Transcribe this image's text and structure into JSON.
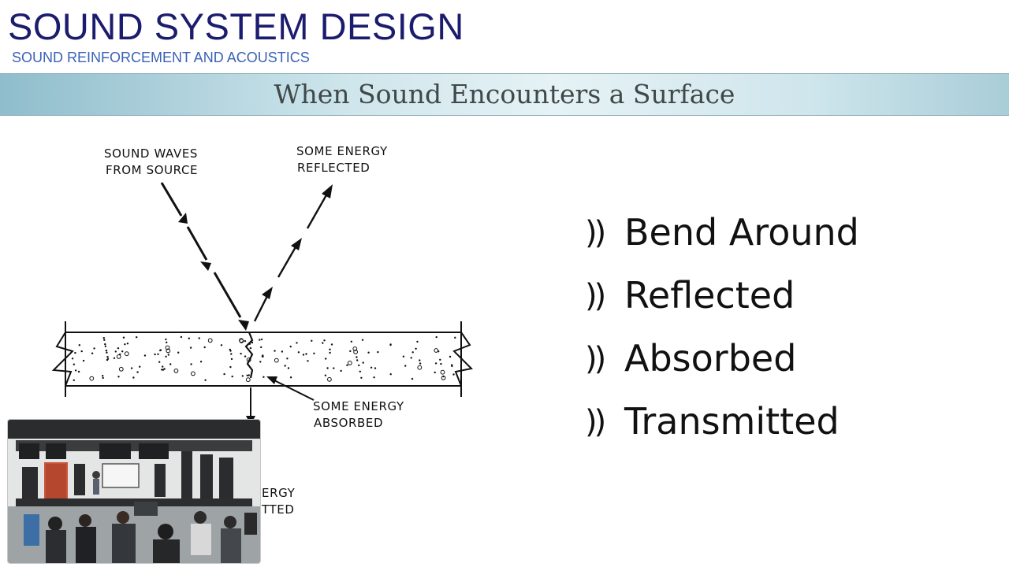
{
  "header": {
    "title": "SOUND SYSTEM DESIGN",
    "subtitle": "SOUND REINFORCEMENT AND ACOUSTICS"
  },
  "slide": {
    "title": "When Sound Encounters a Surface"
  },
  "diagram": {
    "labels": {
      "source_1": "SOUND WAVES",
      "source_2": "FROM SOURCE",
      "reflected_1": "SOME ENERGY",
      "reflected_2": "REFLECTED",
      "absorbed_1": "SOME ENERGY",
      "absorbed_2": "ABSORBED",
      "transmitted_1": "ERGY",
      "transmitted_2": "TTED"
    }
  },
  "bullets": {
    "marker": "))",
    "items": [
      "Bend Around",
      "Reflected",
      "Absorbed",
      "Transmitted"
    ]
  },
  "video": {
    "description_icon": "classroom-video-thumbnail"
  },
  "colors": {
    "title": "#1c1c6e",
    "subtitle": "#3a62b6",
    "banner_text": "#404848"
  }
}
